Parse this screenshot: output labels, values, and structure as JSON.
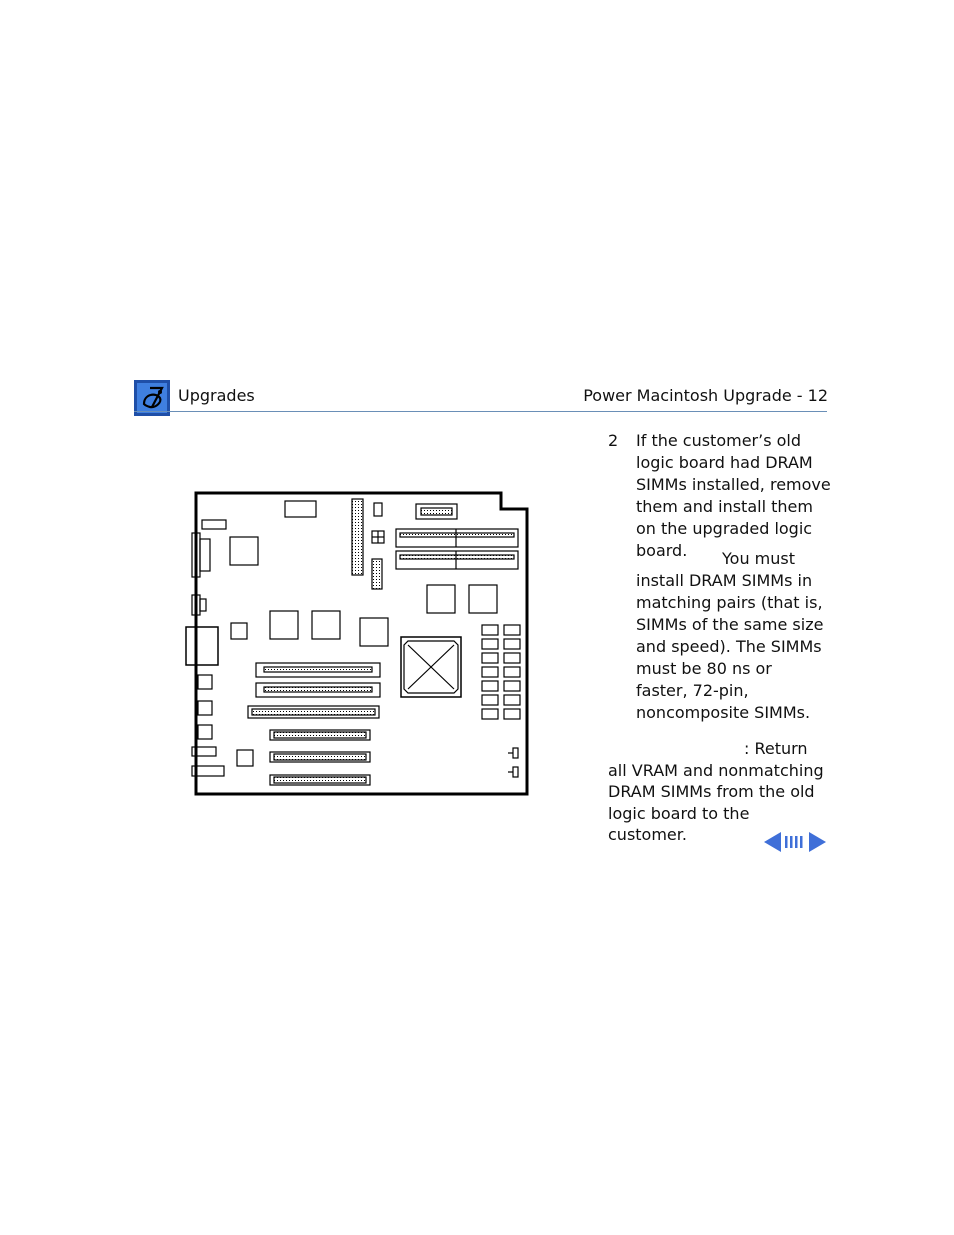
{
  "header": {
    "section": "Upgrades",
    "title": "Power Macintosh Upgrade - 12",
    "logo_icon": "apple-service-logo-icon",
    "rule_color": "#6a8fb7"
  },
  "figure": {
    "icon": "logic-board-diagram-icon"
  },
  "step": {
    "number": "2",
    "text": "If the customer’s old logic board had DRAM SIMMs installed, remove them and install them on the upgraded logic board."
  },
  "note": {
    "lead": "You must",
    "text": "install DRAM SIMMs in matching pairs (that is, SIMMs of the same size and speed). The SIMMs must be 80 ns or faster, 72-pin, noncomposite SIMMs."
  },
  "caution": {
    "lead": ": Return",
    "text": "all VRAM and nonmatching DRAM SIMMs from the old logic board to the customer."
  },
  "navigation": {
    "prev_icon": "left-arrow-icon",
    "index_icon": "index-bars-icon",
    "next_icon": "right-arrow-icon",
    "color": "#3f6fd8"
  }
}
